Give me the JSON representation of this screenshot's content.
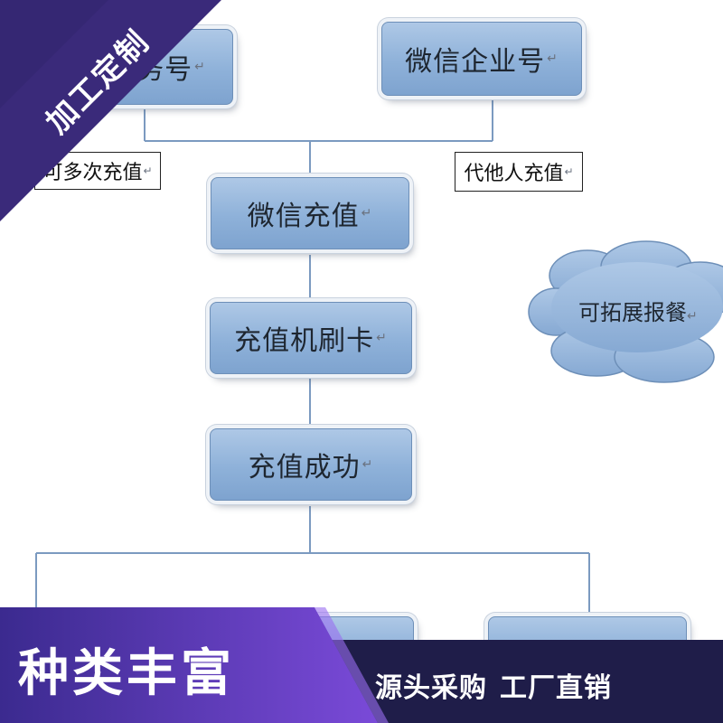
{
  "colors": {
    "node_fill": "#8eb1d9",
    "connector": "#7b9ac0",
    "banner_purple": "#3a2a7a",
    "bar_dark": "#1f1d49",
    "bar_purple": "#6a3fc9"
  },
  "diagram": {
    "paragraph_mark": "↵",
    "nodes": {
      "top_left": "服务号",
      "top_right": "微信企业号",
      "recharge": "微信充值",
      "machine": "充值机刷卡",
      "success": "充值成功",
      "bottom_left": "",
      "bottom_right": ""
    },
    "notes": {
      "left": "可多次充值",
      "right": "代他人充值"
    },
    "cloud": "可拓展报餐"
  },
  "overlay": {
    "corner_badge": "加工定制",
    "bottom_title": "种类丰富",
    "slogan_1": "源头采购",
    "slogan_2": "工厂直销"
  }
}
